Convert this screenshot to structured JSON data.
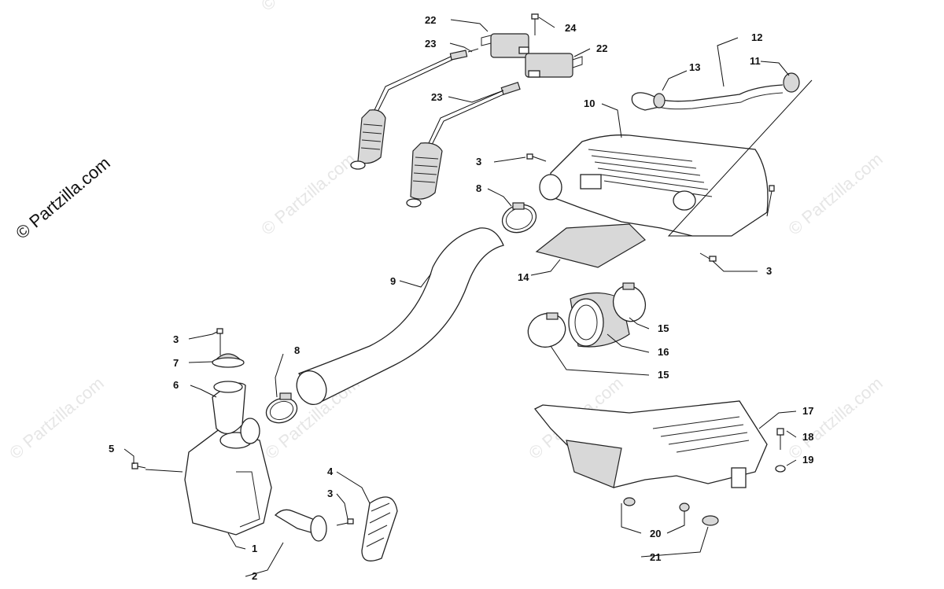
{
  "copyright": "© Partzilla.com",
  "watermark": "© Partzilla.com",
  "callouts": {
    "c1": "1",
    "c2": "2",
    "c3a": "3",
    "c3b": "3",
    "c3c": "3",
    "c3d": "3",
    "c4": "4",
    "c5": "5",
    "c6": "6",
    "c7": "7",
    "c8a": "8",
    "c8b": "8",
    "c9": "9",
    "c10": "10",
    "c11": "11",
    "c12": "12",
    "c13": "13",
    "c14": "14",
    "c15a": "15",
    "c15b": "15",
    "c16": "16",
    "c17": "17",
    "c18": "18",
    "c19": "19",
    "c20": "20",
    "c21": "21",
    "c22a": "22",
    "c22b": "22",
    "c23a": "23",
    "c23b": "23",
    "c24": "24"
  }
}
